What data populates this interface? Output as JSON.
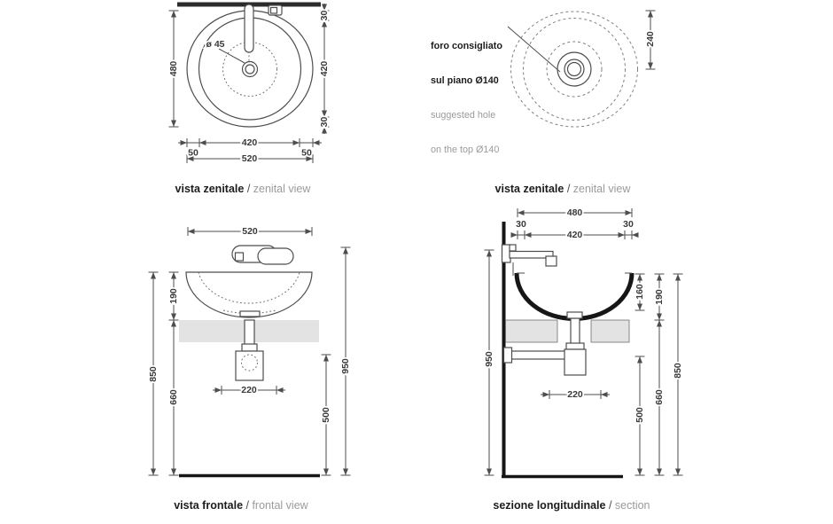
{
  "colors": {
    "line": "#4d4d4d",
    "heavy": "#161616",
    "counter_fill": "#e3e3e3",
    "text": "#3a3a3a",
    "muted_text": "#9b9b9b"
  },
  "views": {
    "zl": {
      "title_it": "vista zenitale",
      "title_sep": " / ",
      "title_en": "zenital view",
      "dims": {
        "drain": "ø 45",
        "depth": "480",
        "rim_top": "30",
        "inner_v": "420",
        "rim_bottom": "30",
        "inner_h": "420",
        "rim_left": "50",
        "rim_right": "50",
        "width": "520"
      }
    },
    "zr": {
      "title_it": "vista zenitale",
      "title_sep": " / ",
      "title_en": "zenital view",
      "note_it1": "foro consigliato",
      "note_it2": "sul piano Ø140",
      "note_en1": "suggested hole",
      "note_en2": "on the top Ø140",
      "dims": {
        "half_depth": "240"
      }
    },
    "fr": {
      "title_it": "vista frontale",
      "title_sep": " / ",
      "title_en": "frontal view",
      "dims": {
        "width": "520",
        "bowl_height": "190",
        "total_height": "850",
        "counter_height": "660",
        "drain_width": "220",
        "drain_height": "500",
        "faucet_height": "950"
      }
    },
    "se": {
      "title_it": "sezione longitudinale",
      "title_sep": " / ",
      "title_en": "section",
      "dims": {
        "depth": "480",
        "rim_left": "30",
        "inner": "420",
        "rim_right": "30",
        "bowl_depth": "160",
        "bowl_height": "190",
        "faucet_height": "950",
        "counter_height": "660",
        "total_height": "850",
        "drain_width": "220",
        "drain_height": "500"
      }
    }
  }
}
